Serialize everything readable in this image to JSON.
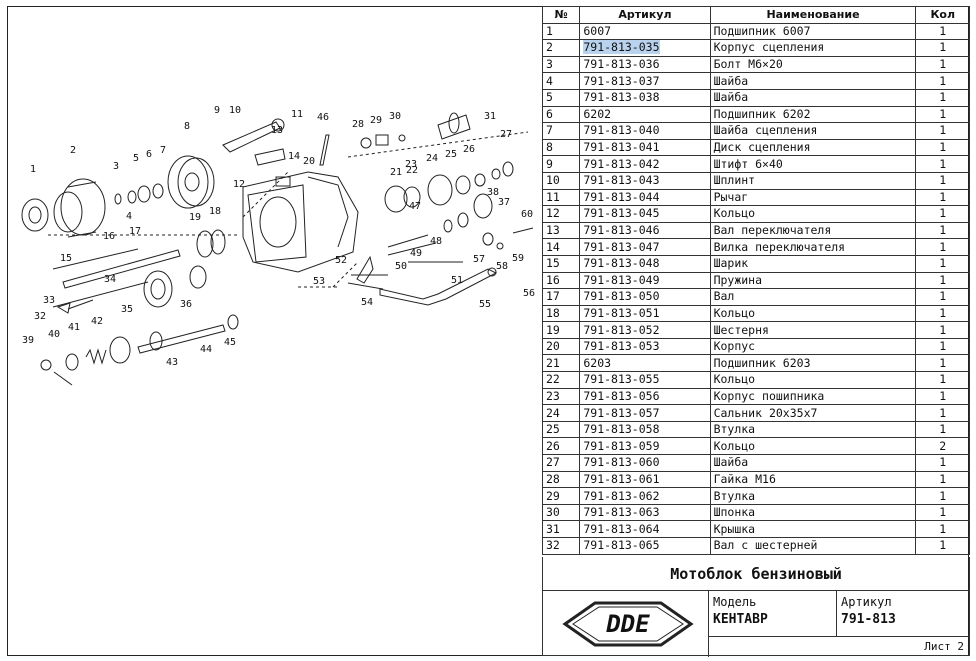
{
  "table": {
    "headers": [
      "№",
      "Артикул",
      "Наименование",
      "Кол"
    ],
    "selected_row": 1,
    "rows": [
      [
        "1",
        "6007",
        "Подшипник 6007",
        "1"
      ],
      [
        "2",
        "791-813-035",
        "Корпус сцепления",
        "1"
      ],
      [
        "3",
        "791-813-036",
        "Болт М6×20",
        "1"
      ],
      [
        "4",
        "791-813-037",
        "Шайба",
        "1"
      ],
      [
        "5",
        "791-813-038",
        "Шайба",
        "1"
      ],
      [
        "6",
        "6202",
        "Подшипник 6202",
        "1"
      ],
      [
        "7",
        "791-813-040",
        "Шайба сцепления",
        "1"
      ],
      [
        "8",
        "791-813-041",
        "Диск сцепления",
        "1"
      ],
      [
        "9",
        "791-813-042",
        "Штифт 6×40",
        "1"
      ],
      [
        "10",
        "791-813-043",
        "Шплинт",
        "1"
      ],
      [
        "11",
        "791-813-044",
        "Рычаг",
        "1"
      ],
      [
        "12",
        "791-813-045",
        "Кольцо",
        "1"
      ],
      [
        "13",
        "791-813-046",
        "Вал переключателя",
        "1"
      ],
      [
        "14",
        "791-813-047",
        "Вилка переключателя",
        "1"
      ],
      [
        "15",
        "791-813-048",
        "Шарик",
        "1"
      ],
      [
        "16",
        "791-813-049",
        "Пружина",
        "1"
      ],
      [
        "17",
        "791-813-050",
        "Вал",
        "1"
      ],
      [
        "18",
        "791-813-051",
        "Кольцо",
        "1"
      ],
      [
        "19",
        "791-813-052",
        "Шестерня",
        "1"
      ],
      [
        "20",
        "791-813-053",
        "Корпус",
        "1"
      ],
      [
        "21",
        "6203",
        "Подшипник 6203",
        "1"
      ],
      [
        "22",
        "791-813-055",
        "Кольцо",
        "1"
      ],
      [
        "23",
        "791-813-056",
        "Корпус пошипника",
        "1"
      ],
      [
        "24",
        "791-813-057",
        "Сальник 20х35х7",
        "1"
      ],
      [
        "25",
        "791-813-058",
        "Втулка",
        "1"
      ],
      [
        "26",
        "791-813-059",
        "Кольцо",
        "2"
      ],
      [
        "27",
        "791-813-060",
        "Шайба",
        "1"
      ],
      [
        "28",
        "791-813-061",
        "Гайка М16",
        "1"
      ],
      [
        "29",
        "791-813-062",
        "Втулка",
        "1"
      ],
      [
        "30",
        "791-813-063",
        "Шпонка",
        "1"
      ],
      [
        "31",
        "791-813-064",
        "Крышка",
        "1"
      ],
      [
        "32",
        "791-813-065",
        "Вал с шестерней",
        "1"
      ]
    ]
  },
  "title": "Мотоблок бензиновый",
  "stamp": {
    "logo_text": "DDE",
    "model_label": "Модель",
    "model_value": "КЕНТАВР",
    "article_label": "Артикул",
    "article_value": "791-813",
    "sheet": "Лист 2"
  },
  "diagram": {
    "callouts": [
      "1",
      "2",
      "3",
      "4",
      "5",
      "6",
      "7",
      "8",
      "9",
      "10",
      "11",
      "12",
      "13",
      "14",
      "15",
      "16",
      "17",
      "18",
      "19",
      "20",
      "21",
      "22",
      "23",
      "24",
      "25",
      "26",
      "27",
      "28",
      "29",
      "30",
      "31",
      "32",
      "33",
      "34",
      "35",
      "36",
      "37",
      "38",
      "39",
      "40",
      "41",
      "42",
      "43",
      "44",
      "45",
      "46",
      "47",
      "48",
      "49",
      "50",
      "51",
      "52",
      "53",
      "54",
      "55",
      "56",
      "57",
      "58",
      "59",
      "60"
    ]
  },
  "colors": {
    "selection": "#b9d3ee",
    "line": "#333333"
  }
}
